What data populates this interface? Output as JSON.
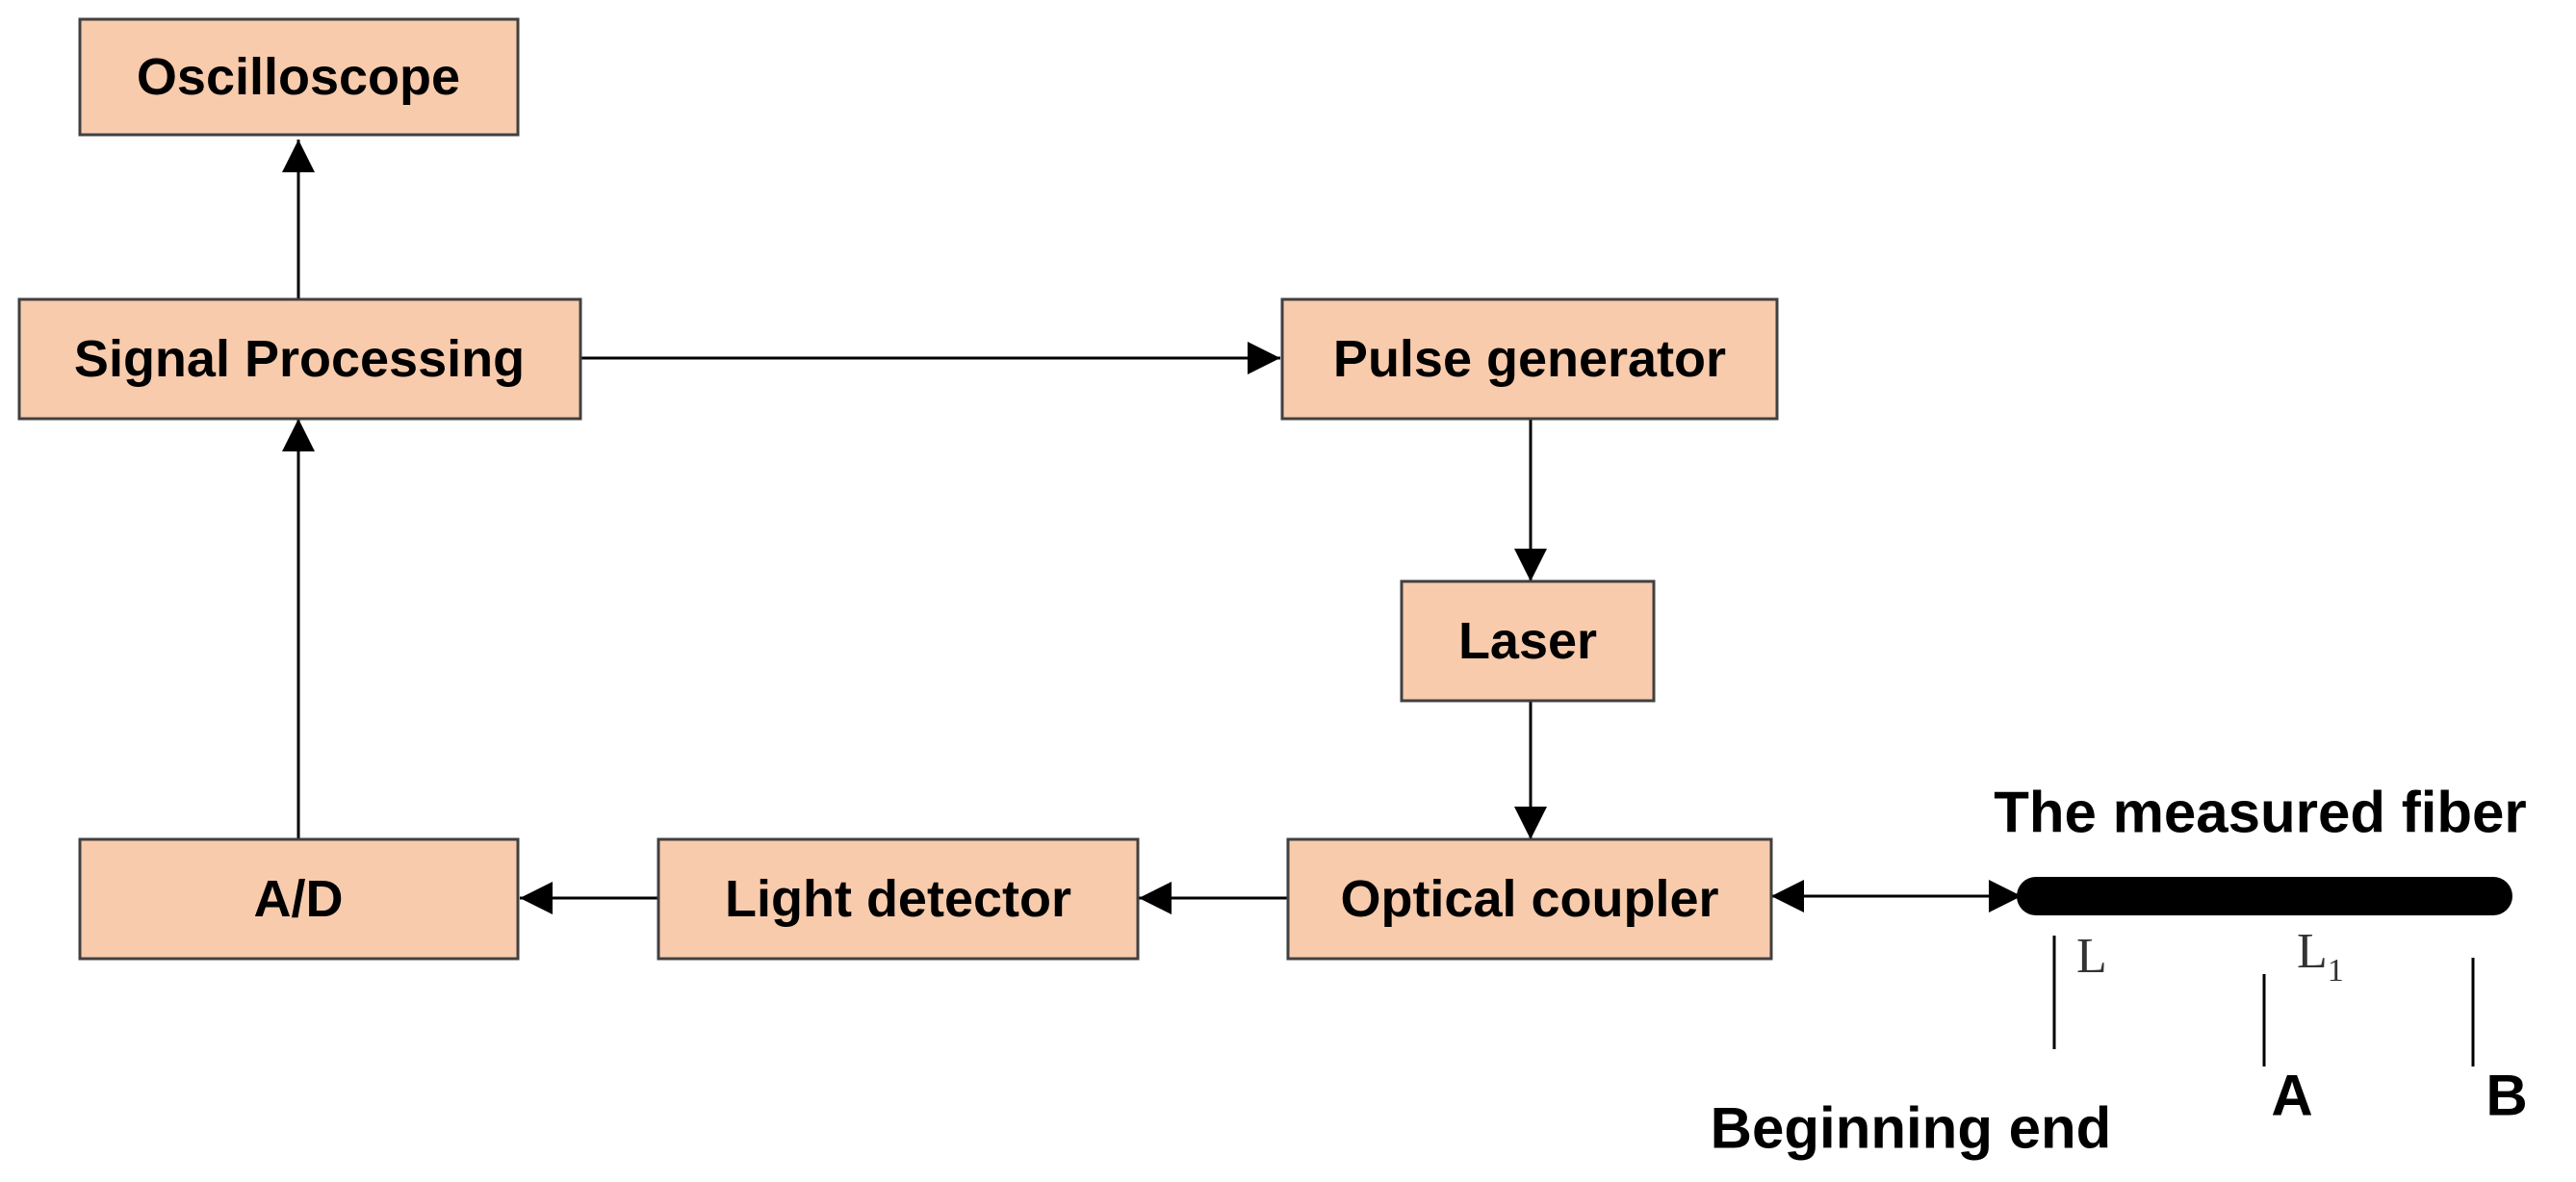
{
  "diagram": {
    "blocks": {
      "oscilloscope": "Oscilloscope",
      "signal_processing": "Signal Processing",
      "pulse_generator": "Pulse generator",
      "laser": "Laser",
      "ad": "A/D",
      "light_detector": "Light detector",
      "optical_coupler": "Optical coupler"
    },
    "fiber": {
      "title": "The measured fiber",
      "marker_L": "L",
      "marker_L1": "L",
      "marker_L1_sub": "1",
      "beginning_end": "Beginning end",
      "point_a": "A",
      "point_b": "B"
    }
  },
  "colors": {
    "block_fill": "#f8cbad",
    "block_stroke": "#404040",
    "line": "#000000"
  }
}
